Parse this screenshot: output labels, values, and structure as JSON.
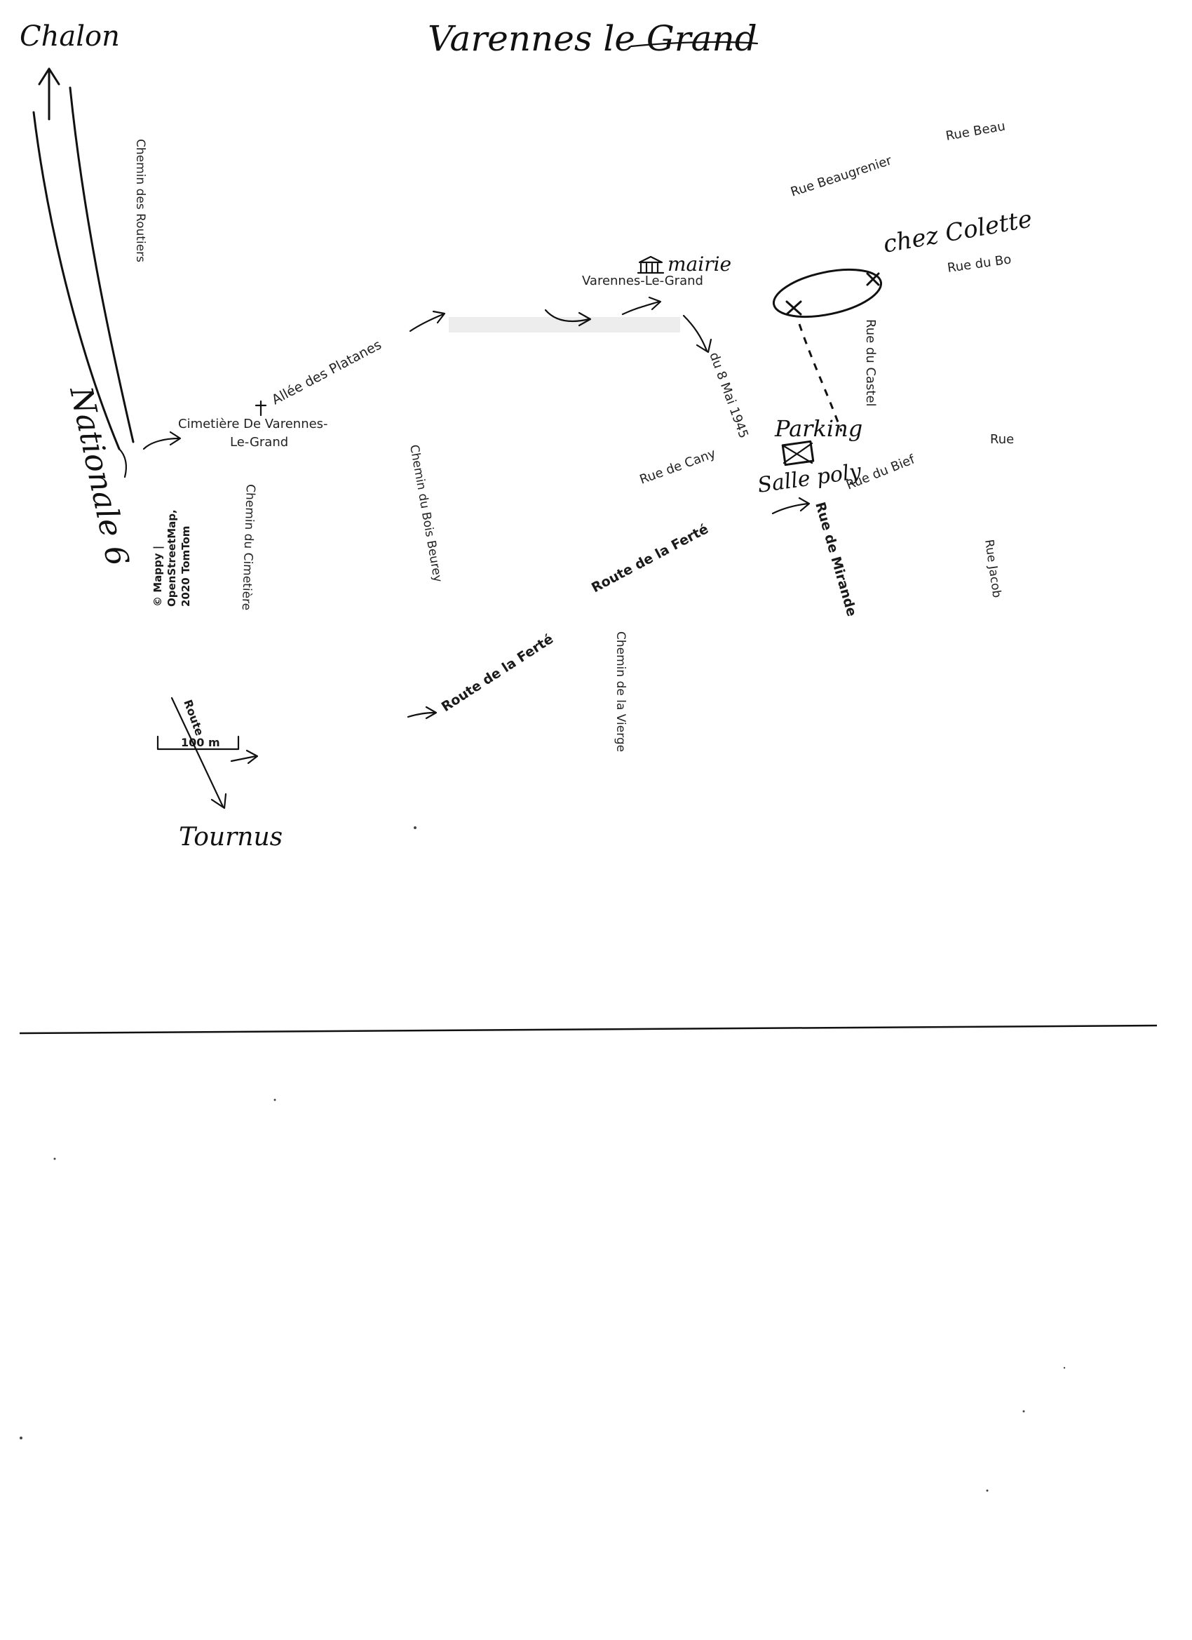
{
  "title": "Varennes le Grand",
  "handwritten": {
    "chalon": "Chalon",
    "nationale": "Nationale 6",
    "tournus": "Tournus",
    "mairie": "mairie",
    "chez_colette": "chez Colette",
    "parking": "Parking",
    "salle_poly": "Salle poly"
  },
  "map_labels": {
    "chemin_routiers": "Chemin des Routiers",
    "allee_platanes": "Allée des Platanes",
    "cimetiere_line1": "Cimetière De Varennes-",
    "cimetiere_line2": "Le-Grand",
    "chemin_cimetiere": "Chemin du Cimetière",
    "chemin_bois_beurey": "Chemin du Bois Beurey",
    "varennes_le_grand": "Varennes-Le-Grand",
    "rue_8_mai": "du 8 Mai 1945",
    "rue_cany": "Rue de Cany",
    "route_ferte_1": "Route de la Ferté",
    "route_ferte_2": "Route de la Ferté",
    "chemin_vierge": "Chemin de la Vierge",
    "rue_beaugrenier": "Rue Beaugrenier",
    "rue_beau_partial": "Rue Beau",
    "rue_du_b": "Rue du Bo",
    "rue_du_castel": "Rue du Castel",
    "rue_du_bief": "Rue du Bief",
    "rue_partial": "Rue",
    "rue_mirande": "Rue de Mirande",
    "rue_jacob": "Rue Jacob",
    "route_struck": "Route",
    "scale": "100 m",
    "credits_line1": "© Mappy |",
    "credits_line2": "OpenStreetMap,",
    "credits_line3": "2020 TomTom"
  },
  "icons": [
    "cross-icon",
    "town-hall-icon",
    "parking-icon",
    "destination-marker-icon"
  ]
}
